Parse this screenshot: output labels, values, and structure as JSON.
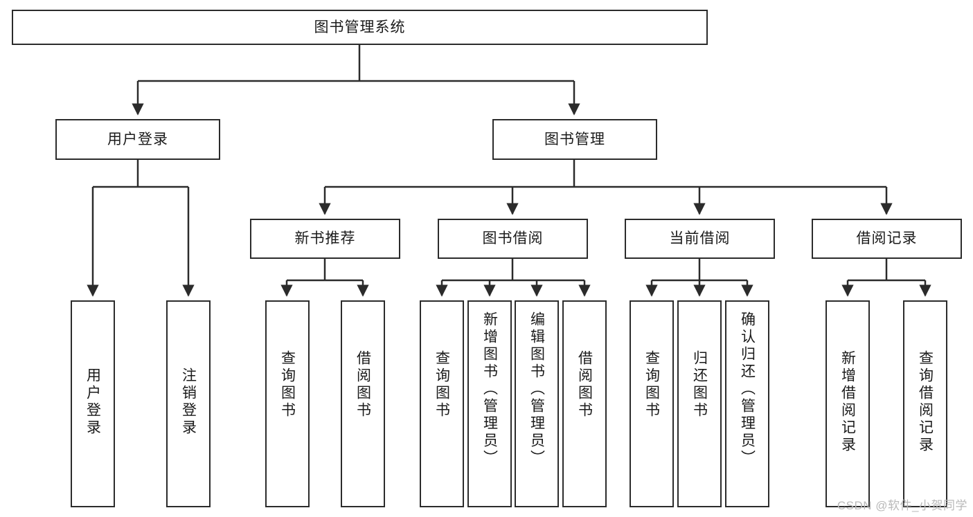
{
  "diagram": {
    "type": "tree-hierarchy",
    "title": "图书管理系统",
    "watermark": "CSDN @软件_小贺同学",
    "colors": {
      "stroke": "#2b2b2b",
      "fill": "#ffffff",
      "text": "#1a1a1a",
      "watermark": "#b9b9b9"
    },
    "levels": {
      "root": {
        "label": "图书管理系统"
      },
      "level1": [
        {
          "id": "user-login",
          "label": "用户登录"
        },
        {
          "id": "book-manage",
          "label": "图书管理"
        }
      ],
      "level2": [
        {
          "id": "new-book-recommend",
          "label": "新书推荐"
        },
        {
          "id": "book-borrow",
          "label": "图书借阅"
        },
        {
          "id": "current-borrow",
          "label": "当前借阅"
        },
        {
          "id": "borrow-record",
          "label": "借阅记录"
        }
      ],
      "leaves": {
        "user-login": [
          {
            "id": "leaf-user-login",
            "label": "用户登录"
          },
          {
            "id": "leaf-user-logout",
            "label": "注销登录"
          }
        ],
        "new-book-recommend": [
          {
            "id": "leaf-query-book-1",
            "label": "查询图书"
          },
          {
            "id": "leaf-borrow-book-1",
            "label": "借阅图书"
          }
        ],
        "book-borrow": [
          {
            "id": "leaf-query-book-2",
            "label": "查询图书"
          },
          {
            "id": "leaf-add-book",
            "label": "新增图书（管理员）"
          },
          {
            "id": "leaf-edit-book",
            "label": "编辑图书（管理员）"
          },
          {
            "id": "leaf-borrow-book-2",
            "label": "借阅图书"
          }
        ],
        "current-borrow": [
          {
            "id": "leaf-query-book-3",
            "label": "查询图书"
          },
          {
            "id": "leaf-return-book",
            "label": "归还图书"
          },
          {
            "id": "leaf-confirm-return",
            "label": "确认归还（管理员）"
          }
        ],
        "borrow-record": [
          {
            "id": "leaf-add-record",
            "label": "新增借阅记录"
          },
          {
            "id": "leaf-query-record",
            "label": "查询借阅记录"
          }
        ]
      }
    }
  }
}
